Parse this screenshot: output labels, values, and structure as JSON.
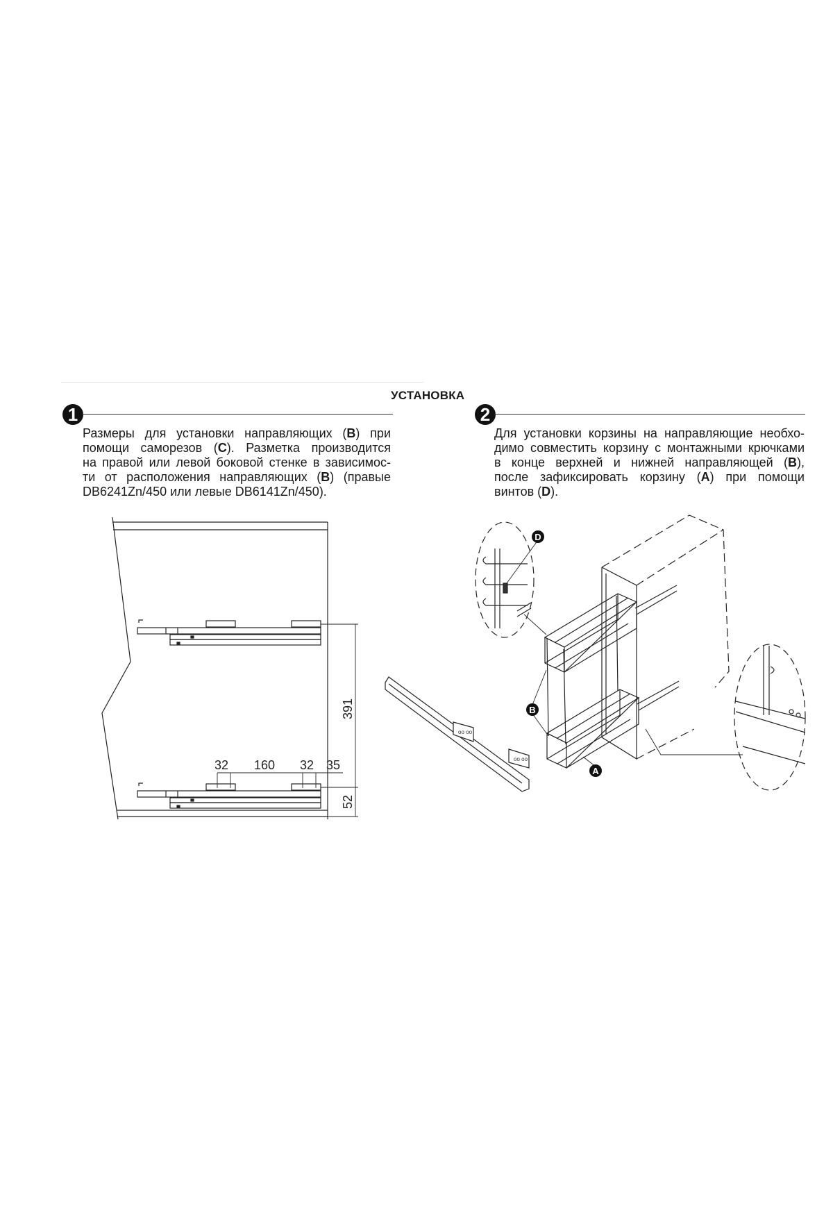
{
  "section_title": "УСТАНОВКА",
  "step1": {
    "number": "1",
    "lines": [
      [
        "Размеры для установки направляющих (",
        "B",
        ") при"
      ],
      [
        "помощи саморезов (",
        "C",
        "). Разметка производится"
      ],
      [
        "на правой или левой боковой стенке в зависимос-"
      ],
      [
        "ти от расположения направляющих (",
        "B",
        ") (правые"
      ],
      [
        "DB6241Zn/450 или левые DB6141Zn/450)."
      ]
    ],
    "dimensions": {
      "vertical_spacing": "391",
      "bottom_offset": "52",
      "hole_group_1": "32",
      "group_spacing": "160",
      "hole_group_2": "32",
      "edge_offset": "35"
    }
  },
  "step2": {
    "number": "2",
    "lines": [
      [
        "Для установки корзины на направляющие необхо-"
      ],
      [
        "димо совместить корзину с монтажными крючками"
      ],
      [
        "в конце верхней и нижней направляющей (",
        "B",
        "),"
      ],
      [
        "после зафиксировать корзину (",
        "A",
        ") при помощи"
      ],
      [
        "винтов (",
        "D",
        ")."
      ]
    ],
    "callouts": {
      "screw": "D",
      "rails": "B",
      "basket": "A"
    }
  }
}
